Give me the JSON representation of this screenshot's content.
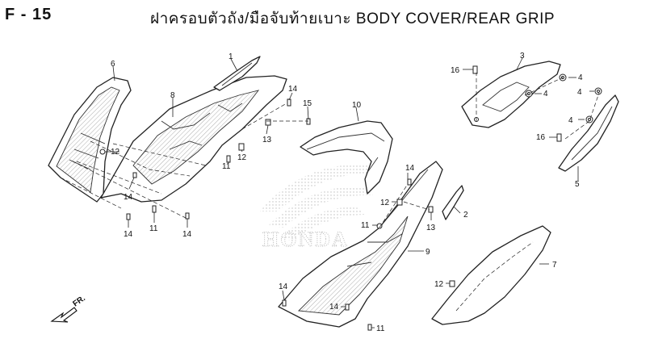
{
  "header": {
    "page_code": "F - 15",
    "title": "ฝาครอบตัวถัง/มือจับท้ายเบาะ  BODY COVER/REAR GRIP"
  },
  "watermark": {
    "text": "HONDA"
  },
  "direction_arrow": {
    "label": "FR."
  },
  "callouts": [
    {
      "id": "1"
    },
    {
      "id": "2"
    },
    {
      "id": "3"
    },
    {
      "id": "4"
    },
    {
      "id": "5"
    },
    {
      "id": "6"
    },
    {
      "id": "7"
    },
    {
      "id": "8"
    },
    {
      "id": "9"
    },
    {
      "id": "10"
    },
    {
      "id": "11"
    },
    {
      "id": "12"
    },
    {
      "id": "13"
    },
    {
      "id": "14"
    },
    {
      "id": "15"
    },
    {
      "id": "16"
    }
  ]
}
